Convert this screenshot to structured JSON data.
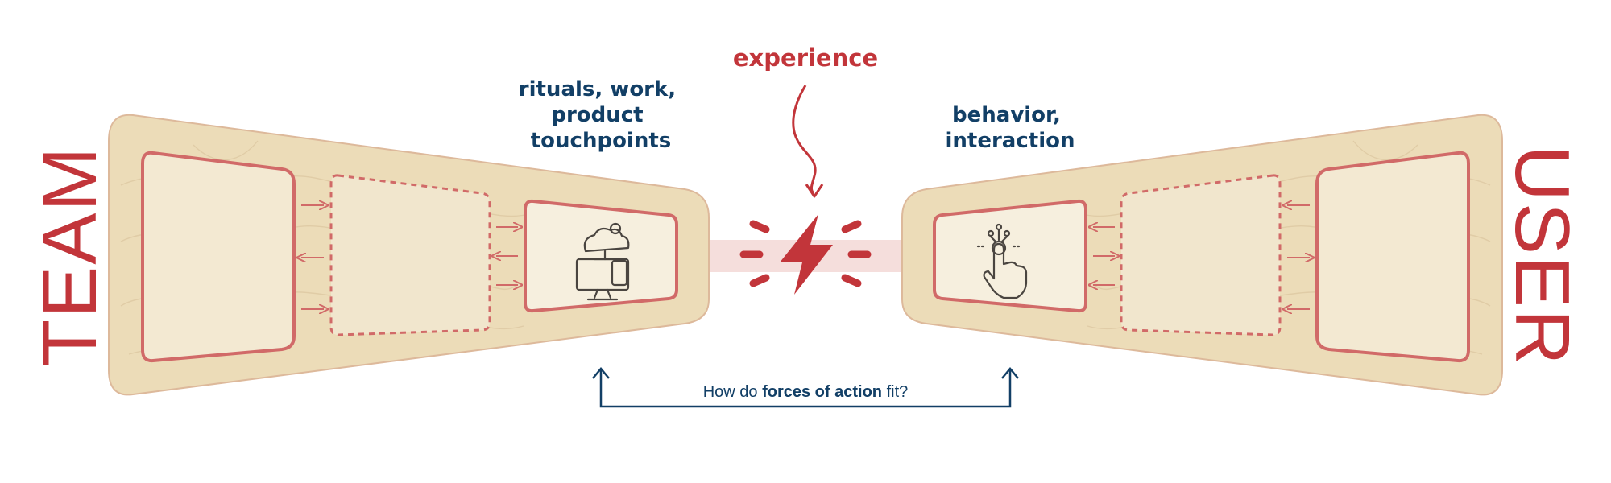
{
  "colors": {
    "accent_red": "#c2353a",
    "frame_red": "#d16a68",
    "navy": "#123f66",
    "sand": "#ecdcb8",
    "panel": "#f3e9d2",
    "panel_inner": "#f6efde",
    "beam": "#f3d6d4"
  },
  "labels": {
    "team": "TEAM",
    "user": "USER",
    "experience": "experience",
    "team_callout": [
      "rituals, work,",
      "product",
      "touchpoints"
    ],
    "user_callout": [
      "behavior,",
      "interaction"
    ]
  },
  "question": {
    "prefix": "How do ",
    "bold": "forces of action",
    "suffix": " fit?"
  },
  "icons": {
    "team_icon": "devices-cloud-gear-icon",
    "user_icon": "touch-hand-icon",
    "center_icon": "lightning-bolt-icon"
  }
}
